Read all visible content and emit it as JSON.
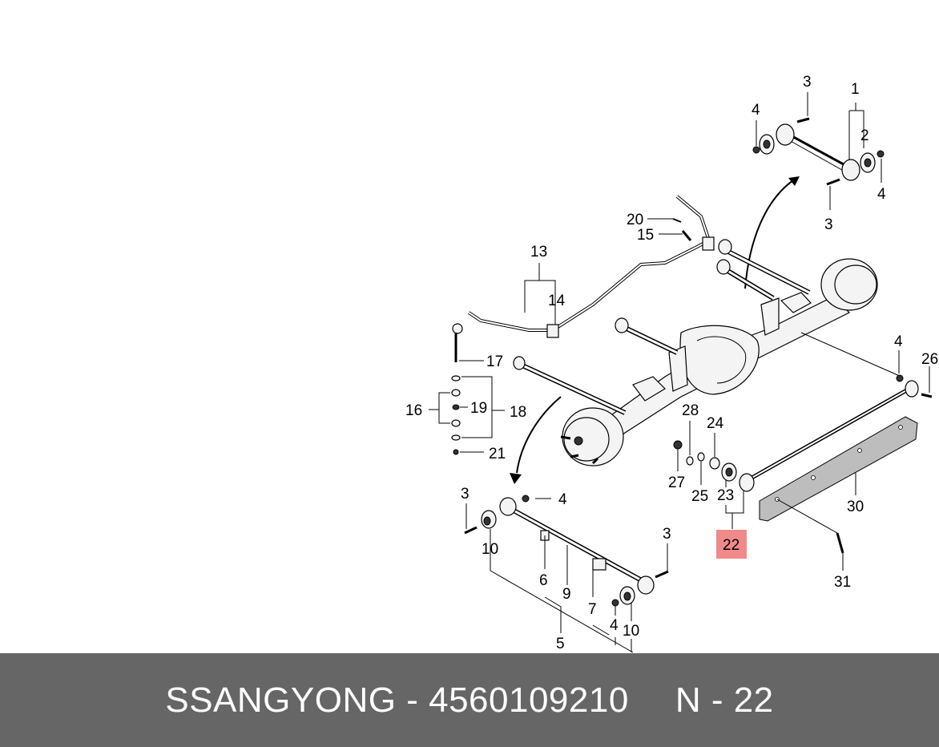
{
  "footer": {
    "brand": "SSANGYONG",
    "dash": "-",
    "part_number": "4560109210",
    "ref": "N - 22"
  },
  "callouts": {
    "c1": "1",
    "c2": "2",
    "c3a": "3",
    "c3b": "3",
    "c4a": "4",
    "c4b": "4",
    "c26": "26",
    "c20": "20",
    "c15": "15",
    "c13": "13",
    "c14": "14",
    "c17": "17",
    "c16": "16",
    "c19": "19",
    "c18": "18",
    "c21": "21",
    "c4c": "4",
    "c28": "28",
    "c24": "24",
    "c27": "27",
    "c25": "25",
    "c23": "23",
    "c22": "22",
    "c30": "30",
    "c31": "31",
    "c3c": "3",
    "c4d": "4",
    "c10a": "10",
    "c3d": "3",
    "c6": "6",
    "c9": "9",
    "c7": "7",
    "c4e": "4",
    "c10b": "10",
    "c5": "5"
  },
  "colors": {
    "highlight": "#f08a8a",
    "footer_bg": "#666666",
    "footer_text": "#ffffff"
  }
}
